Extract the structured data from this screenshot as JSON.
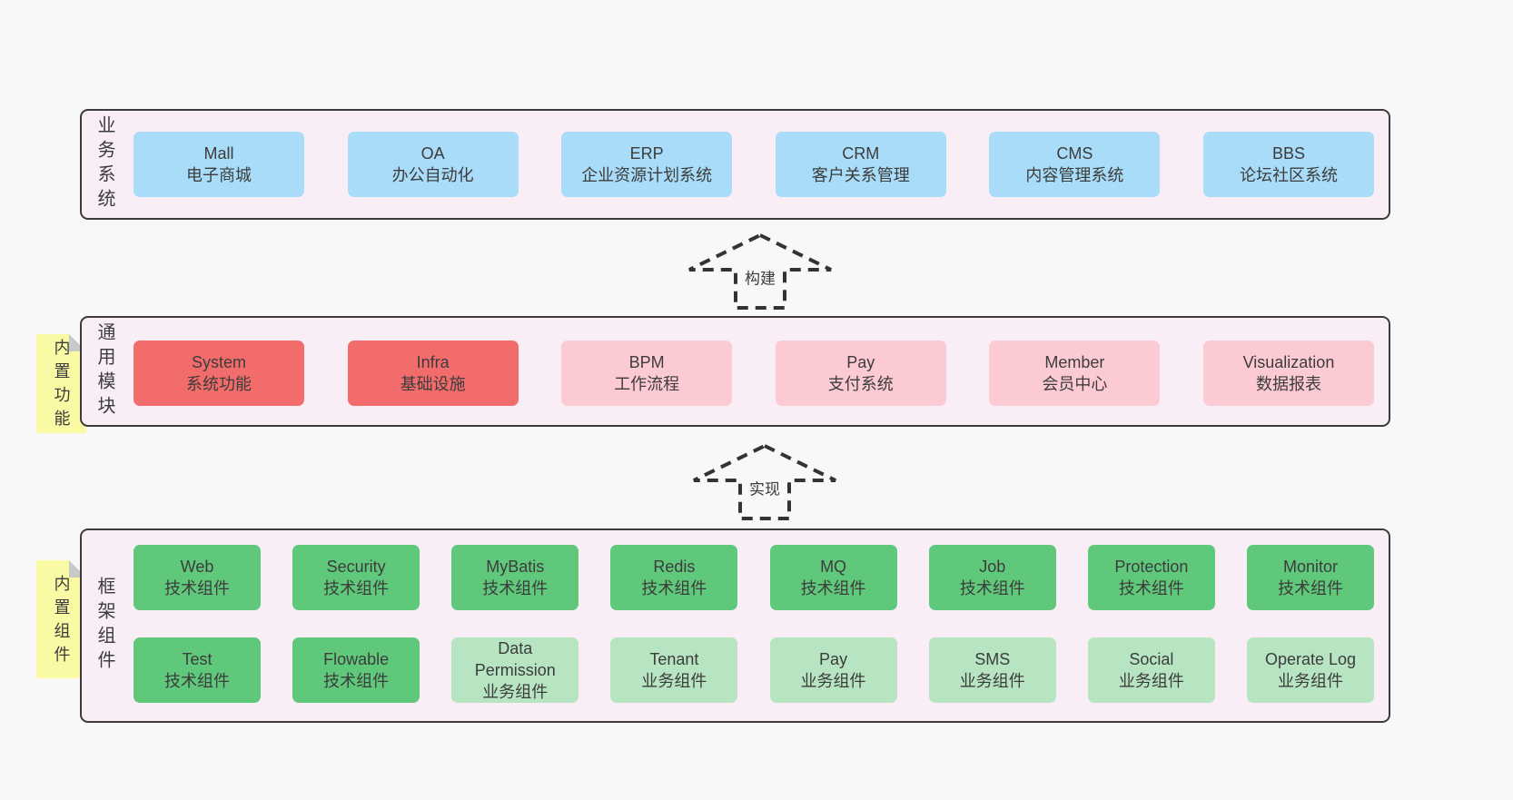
{
  "colors": {
    "page-bg": "#f8f8f8",
    "container-bg": "#f9eef6",
    "container-border": "#3b3b3b",
    "box-blue": "#a9dcf8",
    "box-red": "#f26c6c",
    "box-pink": "#fccad3",
    "box-green": "#5fc87b",
    "box-light-green": "#b7e5c2",
    "note-yellow": "#fafaa5",
    "note-fold": "#c9c9c9",
    "text": "#3c3c3c",
    "arrow": "#333333"
  },
  "layers": {
    "business": {
      "label": "业务系统",
      "boxes": [
        {
          "title": "Mall",
          "subtitle": "电子商城"
        },
        {
          "title": "OA",
          "subtitle": "办公自动化"
        },
        {
          "title": "ERP",
          "subtitle": "企业资源计划系统"
        },
        {
          "title": "CRM",
          "subtitle": "客户关系管理"
        },
        {
          "title": "CMS",
          "subtitle": "内容管理系统"
        },
        {
          "title": "BBS",
          "subtitle": "论坛社区系统"
        }
      ]
    },
    "modules": {
      "label": "通用模块",
      "note": "内置功能",
      "boxes": [
        {
          "title": "System",
          "subtitle": "系统功能"
        },
        {
          "title": "Infra",
          "subtitle": "基础设施"
        },
        {
          "title": "BPM",
          "subtitle": "工作流程"
        },
        {
          "title": "Pay",
          "subtitle": "支付系统"
        },
        {
          "title": "Member",
          "subtitle": "会员中心"
        },
        {
          "title": "Visualization",
          "subtitle": "数据报表"
        }
      ]
    },
    "components": {
      "label": "框架组件",
      "note": "内置组件",
      "row1": [
        {
          "title": "Web",
          "subtitle": "技术组件"
        },
        {
          "title": "Security",
          "subtitle": "技术组件"
        },
        {
          "title": "MyBatis",
          "subtitle": "技术组件"
        },
        {
          "title": "Redis",
          "subtitle": "技术组件"
        },
        {
          "title": "MQ",
          "subtitle": "技术组件"
        },
        {
          "title": "Job",
          "subtitle": "技术组件"
        },
        {
          "title": "Protection",
          "subtitle": "技术组件"
        },
        {
          "title": "Monitor",
          "subtitle": "技术组件"
        }
      ],
      "row2": [
        {
          "title": "Test",
          "subtitle": "技术组件"
        },
        {
          "title": "Flowable",
          "subtitle": "技术组件"
        },
        {
          "title": "Data Permission",
          "subtitle": "业务组件"
        },
        {
          "title": "Tenant",
          "subtitle": "业务组件"
        },
        {
          "title": "Pay",
          "subtitle": "业务组件"
        },
        {
          "title": "SMS",
          "subtitle": "业务组件"
        },
        {
          "title": "Social",
          "subtitle": "业务组件"
        },
        {
          "title": "Operate Log",
          "subtitle": "业务组件"
        }
      ]
    }
  },
  "arrows": {
    "build": {
      "label": "构建"
    },
    "implement": {
      "label": "实现"
    }
  }
}
